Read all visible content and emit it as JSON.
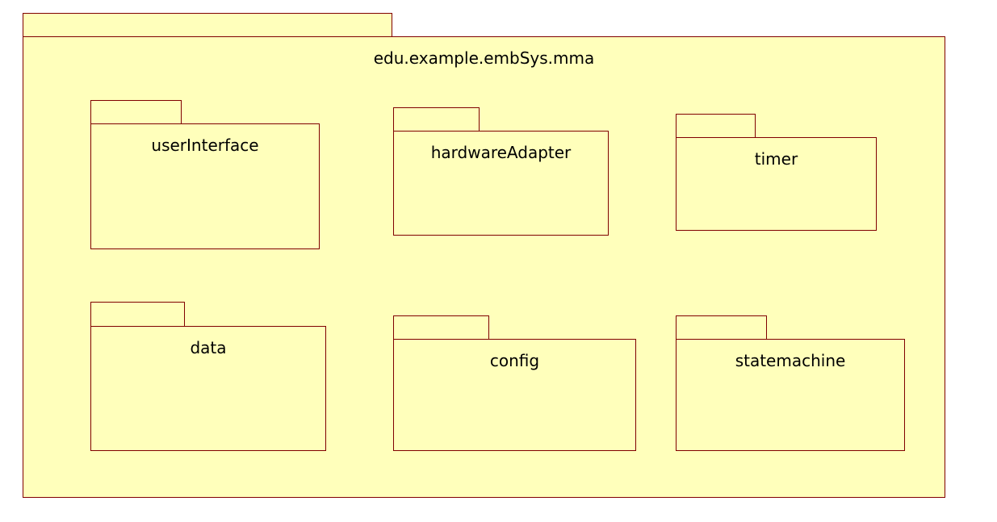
{
  "diagram": {
    "outer_package": {
      "name": "edu.example.embSys.mma"
    },
    "packages": [
      {
        "name": "userInterface"
      },
      {
        "name": "hardwareAdapter"
      },
      {
        "name": "timer"
      },
      {
        "name": "data"
      },
      {
        "name": "config"
      },
      {
        "name": "statemachine"
      }
    ]
  },
  "colors": {
    "package_fill": "#FFFFBB",
    "package_border": "#800000",
    "text": "#000000",
    "background": "#FFFFFF"
  }
}
